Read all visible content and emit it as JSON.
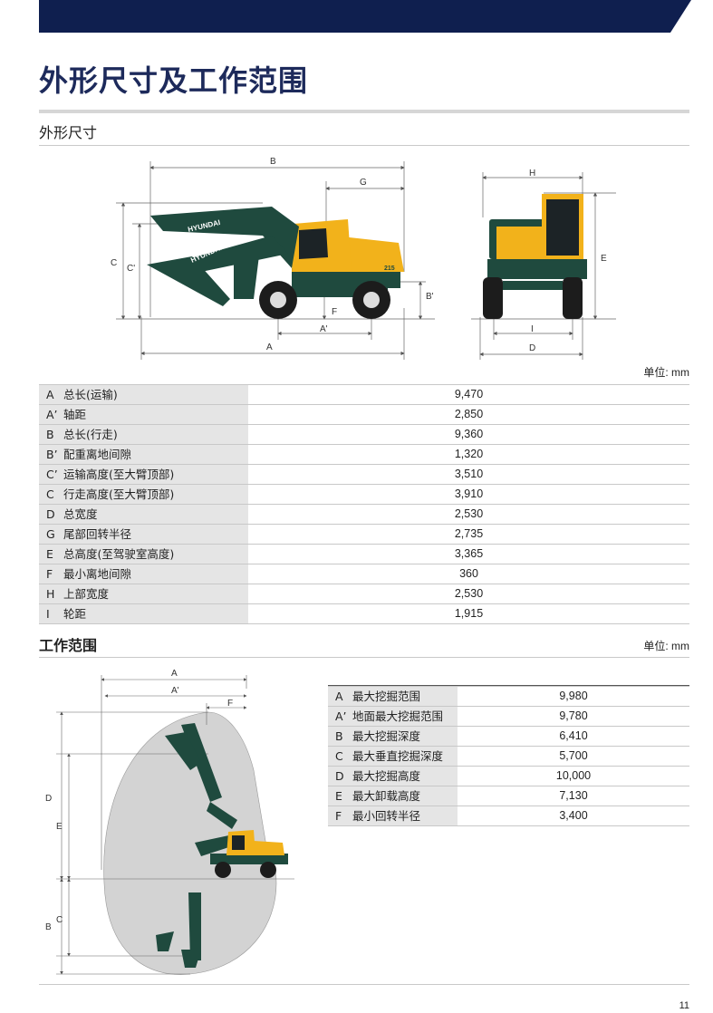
{
  "header": {
    "title": "外形尺寸及工作范围",
    "band_color": "#0f1f4f"
  },
  "dimensions": {
    "section_title": "外形尺寸",
    "unit": "单位: mm",
    "diagram_labels": {
      "A": "A",
      "A_prime": "A'",
      "B": "B",
      "B_prime": "B'",
      "C": "C",
      "C_prime": "C'",
      "D": "D",
      "E": "E",
      "F": "F",
      "G": "G",
      "H": "H",
      "I": "I"
    },
    "machine_text": {
      "boom_upper": "HYUNDAI",
      "boom_lower": "HYUNDAI",
      "model": "215"
    },
    "rows": [
      {
        "letter": "A",
        "name": "总长(运输)",
        "value": "9,470"
      },
      {
        "letter": "A’",
        "name": "轴距",
        "value": "2,850"
      },
      {
        "letter": "B",
        "name": "总长(行走)",
        "value": "9,360"
      },
      {
        "letter": "B’",
        "name": "配重离地间隙",
        "value": "1,320"
      },
      {
        "letter": "C’",
        "name": "运输高度(至大臂顶部)",
        "value": "3,510"
      },
      {
        "letter": "C",
        "name": "行走高度(至大臂顶部)",
        "value": "3,910"
      },
      {
        "letter": "D",
        "name": "总宽度",
        "value": "2,530"
      },
      {
        "letter": "G",
        "name": "尾部回转半径",
        "value": "2,735"
      },
      {
        "letter": "E",
        "name": "总高度(至驾驶室高度)",
        "value": "3,365"
      },
      {
        "letter": "F",
        "name": "最小离地间隙",
        "value": "360"
      },
      {
        "letter": "H",
        "name": "上部宽度",
        "value": "2,530"
      },
      {
        "letter": "I",
        "name": "轮距",
        "value": "1,915"
      }
    ]
  },
  "working_range": {
    "section_title": "工作范围",
    "unit": "单位: mm",
    "diagram_labels": {
      "A": "A",
      "A_prime": "A'",
      "B": "B",
      "C": "C",
      "D": "D",
      "E": "E",
      "F": "F"
    },
    "rows": [
      {
        "letter": "A",
        "name": "最大挖掘范围",
        "value": "9,980"
      },
      {
        "letter": "A’",
        "name": "地面最大挖掘范围",
        "value": "9,780"
      },
      {
        "letter": "B",
        "name": "最大挖掘深度",
        "value": "6,410"
      },
      {
        "letter": "C",
        "name": "最大垂直挖掘深度",
        "value": "5,700"
      },
      {
        "letter": "D",
        "name": "最大挖掘高度",
        "value": "10,000"
      },
      {
        "letter": "E",
        "name": "最大卸载高度",
        "value": "7,130"
      },
      {
        "letter": "F",
        "name": "最小回转半径",
        "value": "3,400"
      }
    ]
  },
  "colors": {
    "machine_green": "#1f4a3e",
    "cab_yellow": "#f2b21b",
    "table_label_bg": "#e5e5e5"
  },
  "footer": {
    "page_number": "11"
  }
}
